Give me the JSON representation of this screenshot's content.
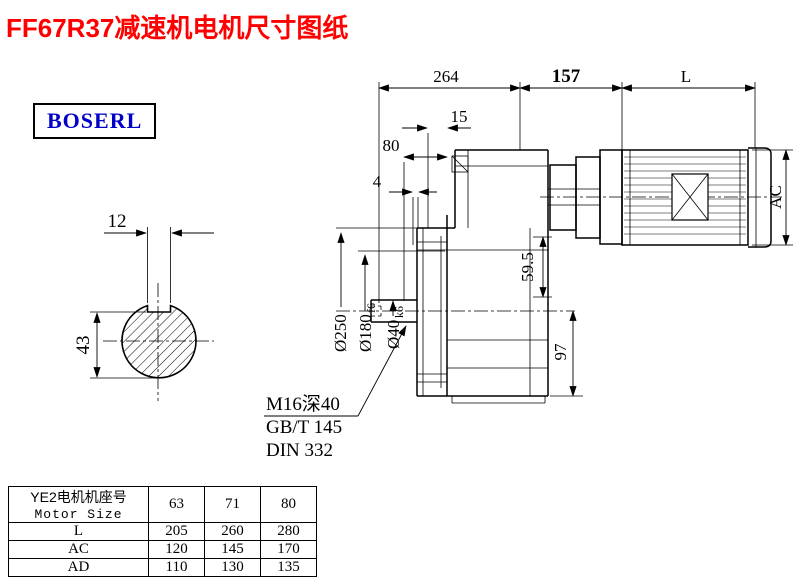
{
  "title": "FF67R37减速机电机尺寸图纸",
  "logo": "BOSERL",
  "colors": {
    "title": "#ff0000",
    "logo": "#0000c8"
  },
  "dims": {
    "d264": "264",
    "d157": "157",
    "dL": "L",
    "d15": "15",
    "d80": "80",
    "d4": "4",
    "dAC": "AC",
    "d59_5": "59.5",
    "d97": "97",
    "d12": "12",
    "d43": "43",
    "d250": "Ø250",
    "d180_main": "Ø180",
    "d180_tol": "f6",
    "d40_main": "Ø40",
    "d40_tol": "k6"
  },
  "notes": [
    "M16深40",
    "GB/T 145",
    "DIN 332"
  ],
  "table": {
    "header": {
      "line1": "YE2电机机座号",
      "line2": "Motor Size"
    },
    "sizes": [
      "63",
      "71",
      "80"
    ],
    "rows": [
      {
        "label": "L",
        "values": [
          "205",
          "260",
          "280"
        ]
      },
      {
        "label": "AC",
        "values": [
          "120",
          "145",
          "170"
        ]
      },
      {
        "label": "AD",
        "values": [
          "110",
          "130",
          "135"
        ]
      }
    ]
  }
}
